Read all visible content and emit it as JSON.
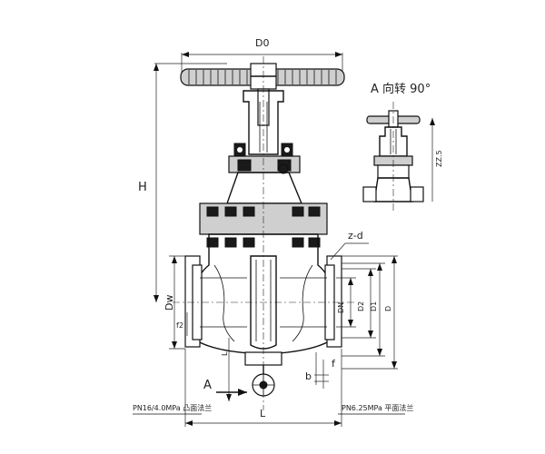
{
  "labels": {
    "d0": "D0",
    "h": "H",
    "view_a": "A  向转 90°",
    "arrow_a": "A",
    "z_d": "z-d",
    "dn": "DN",
    "d2": "D2",
    "d1": "D1",
    "d": "D",
    "dw": "Dw",
    "f2": "f2",
    "f": "f",
    "b": "b",
    "l": "L",
    "l_upper": "L",
    "side_h": "ZZ.5",
    "note_left": "PN16/4.0MPa  凸面法兰",
    "note_right": "PN6.25MPa  平面法兰"
  }
}
